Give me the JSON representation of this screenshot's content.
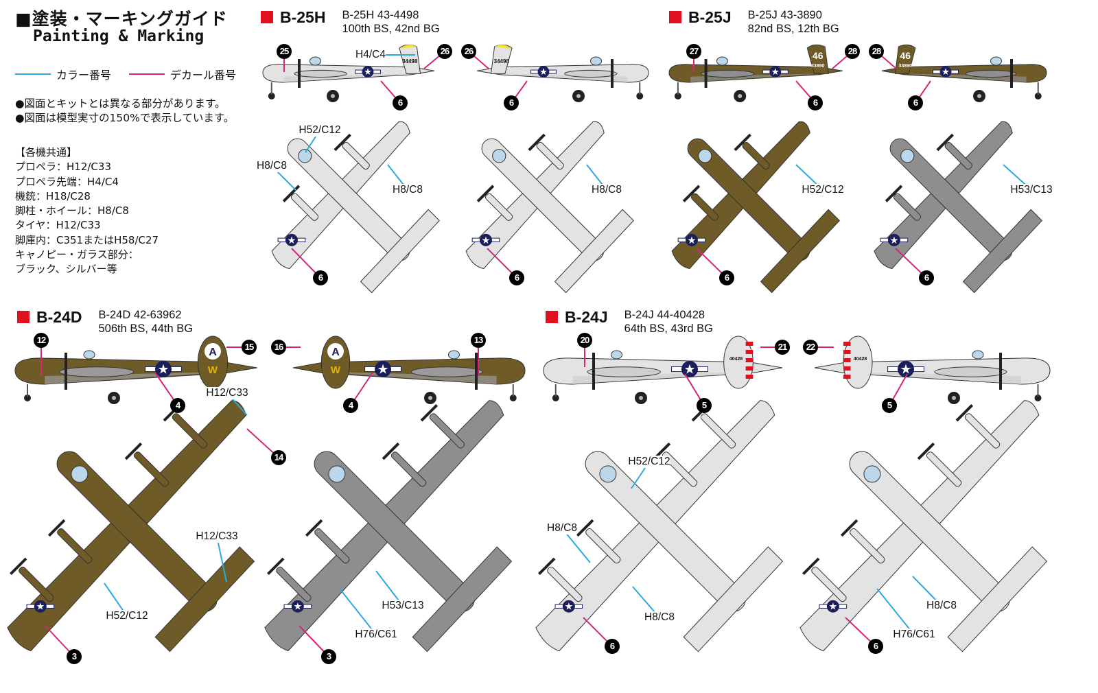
{
  "header": {
    "title_jp": "■塗装・マーキングガイド",
    "title_en": "Painting & Marking"
  },
  "legend": {
    "color_label": "カラー番号",
    "decal_label": "デカール番号",
    "color_line": "#2aa9e0",
    "decal_line": "#d6247a"
  },
  "notes": [
    "●図面とキットとは異なる部分があります。",
    "●図面は模型実寸の150%で表示しています。"
  ],
  "common": {
    "heading": "【各機共通】",
    "items": [
      "プロペラ：H12/C33",
      "プロペラ先端：H4/C4",
      "機銃：H18/C28",
      "脚柱・ホイール：H8/C8",
      "タイヤ：H12/C33",
      "脚庫内：C351またはH58/C27",
      "キャノピー・ガラス部分：",
      "ブラック、シルバー等"
    ]
  },
  "sections": [
    {
      "name": "B-25H",
      "serial": "B-25H 43-4498",
      "unit": "100th BS, 42nd BG"
    },
    {
      "name": "B-25J",
      "serial": "B-25J 43-3890",
      "unit": "82nd BS, 12th BG"
    },
    {
      "name": "B-24D",
      "serial": "B-24D 42-63962",
      "unit": "506th BS, 44th BG"
    },
    {
      "name": "B-24J",
      "serial": "B-24J 44-40428",
      "unit": "64th BS, 43rd BG"
    }
  ],
  "markings": {
    "b25h_tail": "34498",
    "b25j_tail_code": "46",
    "b25j_tail_serial": "33890",
    "b24d_tail_letter": "A",
    "b24d_tail_code": "W",
    "b24j_tail": "40428"
  },
  "colors": {
    "olive": "#6f5b28",
    "light_grey": "#e3e3e3",
    "neutral_grey": "#8e8e8e",
    "accent_red": "#e0101e",
    "yellow": "#f0e030"
  },
  "callouts": [
    "25",
    "H4/C4",
    "26",
    "6",
    "26",
    "6",
    "H52/C12",
    "H8/C8",
    "H8/C8",
    "6",
    "H8/C8",
    "6",
    "27",
    "28",
    "6",
    "28",
    "6",
    "H52/C12",
    "6",
    "H53/C13",
    "6",
    "12",
    "15",
    "4",
    "16",
    "13",
    "4",
    "H12/C33",
    "14",
    "H12/C33",
    "H52/C12",
    "3",
    "H53/C13",
    "H76/C61",
    "3",
    "20",
    "21",
    "5",
    "22",
    "5",
    "H52/C12",
    "H8/C8",
    "H8/C8",
    "6",
    "H8/C8",
    "H76/C61",
    "6"
  ]
}
